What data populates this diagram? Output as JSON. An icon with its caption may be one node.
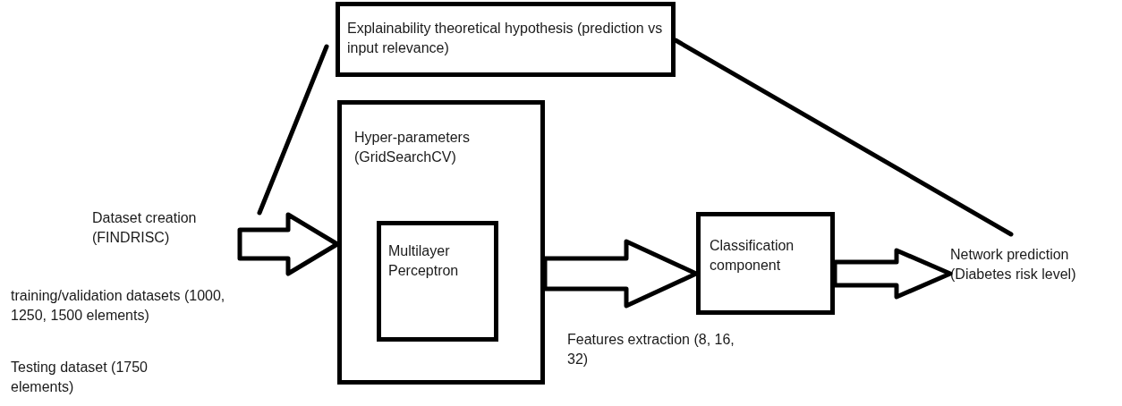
{
  "diagram": {
    "nodes": [
      {
        "text": [
          "Dataset creation (FINDRISC)"
        ]
      },
      {
        "text": [
          "Explainability theoretical hypothesis (prediction vs input relevance)"
        ]
      },
      {
        "text": [
          "Hyper-parameters (GridSearchCV)"
        ]
      },
      {
        "text": [
          "Multilayer Perceptron"
        ],
        "in": 2
      },
      {
        "text": [
          "Classification component"
        ]
      },
      {
        "text": [
          "Network prediction (Diabetes risk level)"
        ]
      }
    ],
    "edges": [
      {
        "from": 0,
        "to": 2,
        "arrow": "to",
        "style": "thick"
      },
      {
        "from": 2,
        "to": 4,
        "arrow": "to",
        "style": "thick"
      },
      {
        "from": 4,
        "to": 5,
        "arrow": "to",
        "style": "thick"
      },
      {
        "from": 0,
        "to": 1,
        "arrow": "none"
      },
      {
        "from": 1,
        "to": 5,
        "arrow": "none"
      }
    ],
    "labels": [
      "training/validation datasets (1000, 1250, 1500 elements)",
      "Testing dataset (1750 elements)",
      "Features extraction (8, 16, 32)"
    ]
  }
}
